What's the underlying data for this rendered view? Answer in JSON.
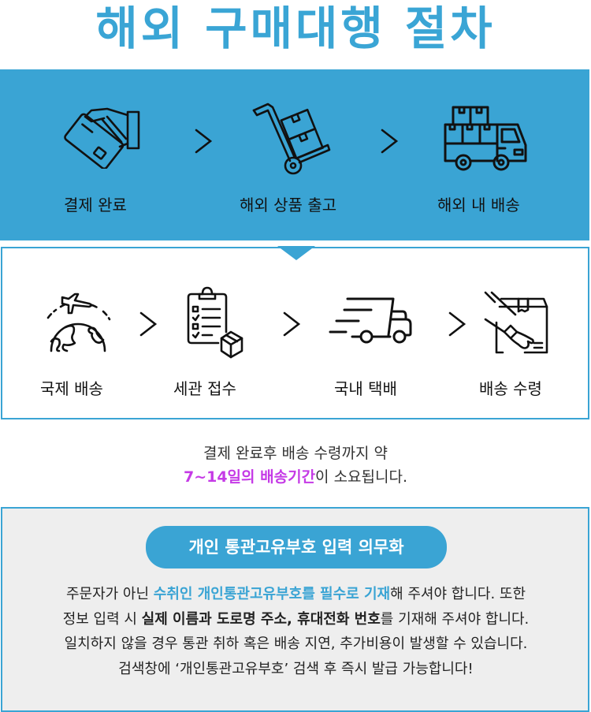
{
  "title": "해외 구매대행 절차",
  "colors": {
    "accent_blue": "#3aa4d4",
    "highlight_purple": "#c53ae6",
    "notice_bg": "#eeeeee",
    "icon_stroke": "#111111"
  },
  "top_steps": [
    {
      "label": "결제 완료",
      "icon": "card-payment-icon"
    },
    {
      "label": "해외 상품 출고",
      "icon": "hand-truck-icon"
    },
    {
      "label": "해외 내 배송",
      "icon": "cargo-truck-icon"
    }
  ],
  "bottom_steps": [
    {
      "label": "국제 배송",
      "icon": "globe-plane-icon"
    },
    {
      "label": "세관 접수",
      "icon": "clipboard-checklist-icon"
    },
    {
      "label": "국내 택배",
      "icon": "fast-delivery-truck-icon"
    },
    {
      "label": "배송 수령",
      "icon": "hand-receive-box-icon"
    }
  ],
  "arrow_glyph": "chevron-right",
  "summary": {
    "line1": "결제 완료후 배송 수령까지 약",
    "highlight": "7~14일의 배송기간",
    "line2_rest": "이 소요됩니다."
  },
  "notice": {
    "title": "개인 통관고유부호 입력 의무화",
    "line1_pre": "주문자가 아닌 ",
    "line1_blue": "수취인 개인통관고유부호를 필수로 기재",
    "line1_post": "해 주셔야 합니다. 또한",
    "line2_pre": "정보 입력 시 ",
    "line2_bold": "실제 이름과 도로명 주소, 휴대전화 번호",
    "line2_post": "를 기재해 주셔야 합니다.",
    "line3": "일치하지 않을 경우 통관 취하 혹은 배송 지연, 추가비용이 발생할 수 있습니다.",
    "line4": "검색창에 ‘개인통관고유부호’ 검색 후 즉시 발급 가능합니다!"
  }
}
